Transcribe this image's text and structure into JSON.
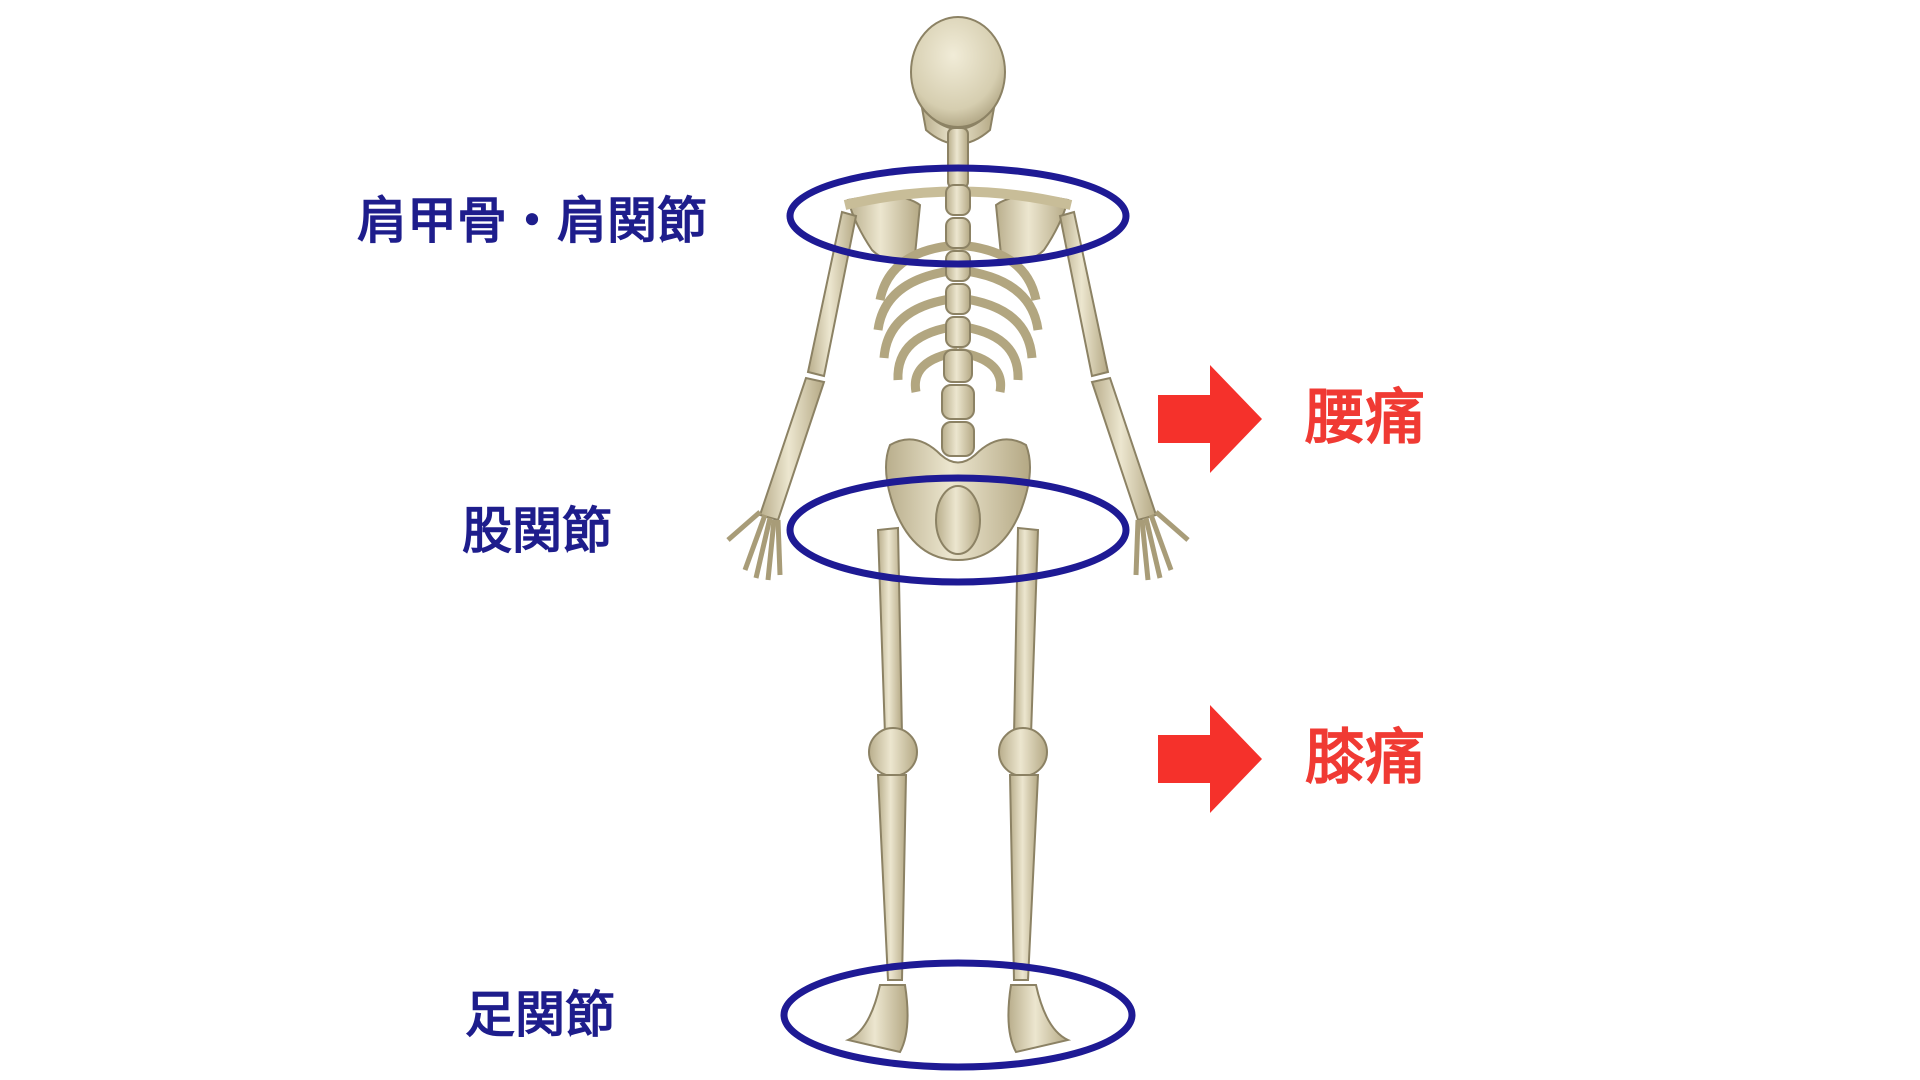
{
  "labels": {
    "shoulder": "肩甲骨・肩関節",
    "hip": "股関節",
    "ankle": "足関節",
    "back_pain": "腰痛",
    "knee_pain": "膝痛"
  },
  "colors": {
    "joint_label": "#1e1d8c",
    "ring": "#1e1a94",
    "pain_label": "#f03a33",
    "arrow": "#f5312b",
    "bone": "#e3dcc0",
    "bone_shadow": "#b9ae8c",
    "bone_outline": "#8c8264"
  },
  "icons": {
    "arrow": "arrow-right-icon"
  }
}
